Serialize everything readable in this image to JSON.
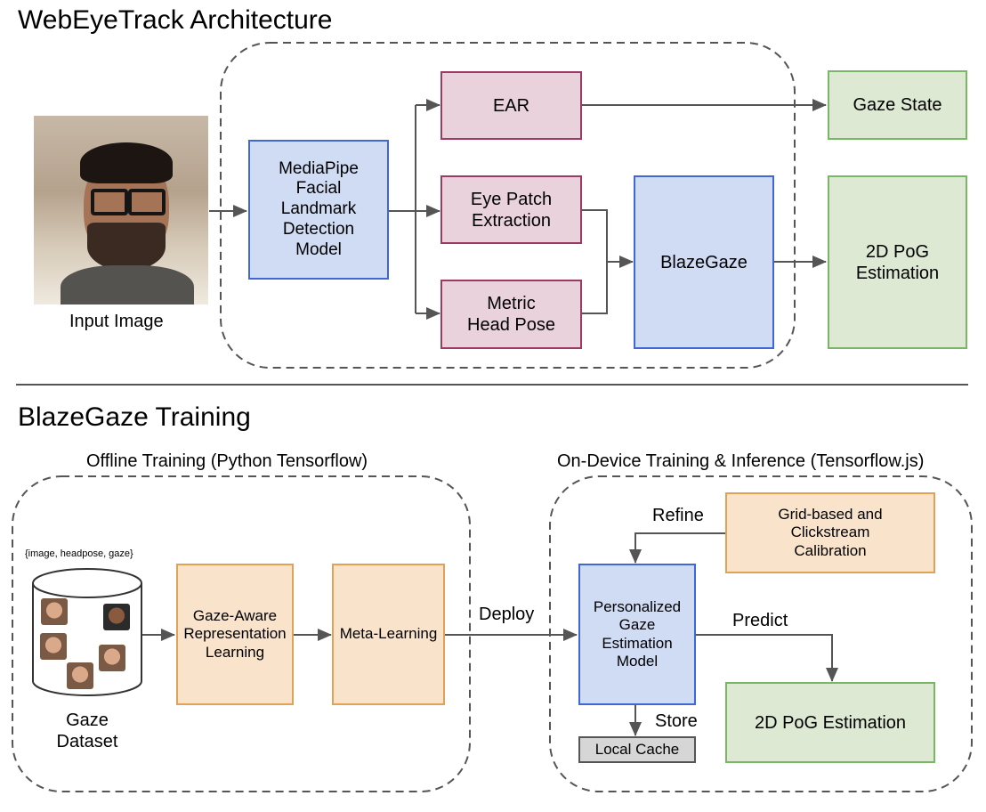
{
  "top_section": {
    "title": "WebEyeTrack Architecture",
    "input_image_label": "Input Image",
    "mediapipe_box": "MediaPipe\nFacial\nLandmark\nDetection\nModel",
    "ear_box": "EAR",
    "eye_patch_box": "Eye Patch\nExtraction",
    "head_pose_box": "Metric\nHead Pose",
    "blazegaze_box": "BlazeGaze",
    "gaze_state_box": "Gaze State",
    "pog_box": "2D PoG\nEstimation"
  },
  "bottom_section": {
    "title": "BlazeGaze Training",
    "offline_title": "Offline Training (Python Tensorflow)",
    "ondevice_title": "On-Device Training & Inference (Tensorflow.js)",
    "dataset_caption": "{image, headpose, gaze}",
    "dataset_label": "Gaze\nDataset",
    "representation_box": "Gaze-Aware\nRepresentation\nLearning",
    "meta_learning_box": "Meta-Learning",
    "deploy_label": "Deploy",
    "personalized_box": "Personalized\nGaze\nEstimation\nModel",
    "calibration_box": "Grid-based and\nClickstream\nCalibration",
    "refine_label": "Refine",
    "predict_label": "Predict",
    "store_label": "Store",
    "local_cache_box": "Local Cache",
    "pog_box": "2D PoG Estimation"
  },
  "colors": {
    "blue_fill": "#cfdcf4",
    "blue_border": "#3f67d6",
    "pink_fill": "#e9d2dc",
    "pink_border": "#9c3a63",
    "green_fill": "#dde9d3",
    "green_border": "#79b766",
    "orange_fill": "#f9e3cb",
    "orange_border": "#e2a256",
    "arrow": "#555555"
  }
}
